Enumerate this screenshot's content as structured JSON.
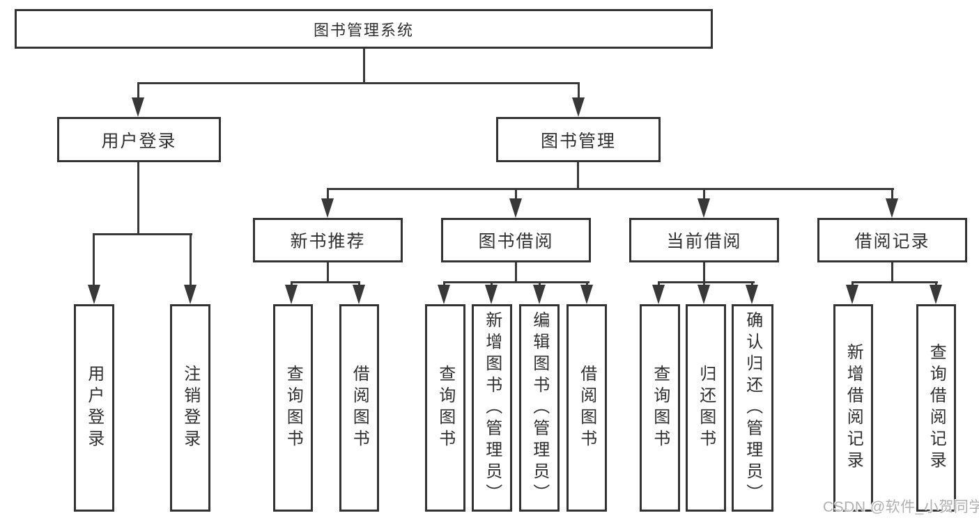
{
  "diagram": {
    "type": "hierarchy-tree",
    "colors": {
      "line": "#383838",
      "border": "#333333",
      "text": "#2f2f2f",
      "background": "#ffffff",
      "watermark": "#b0b0b0"
    },
    "root": {
      "label": "图书管理系统",
      "children": [
        {
          "label": "用户登录",
          "children": [
            {
              "label": "用户登录"
            },
            {
              "label": "注销登录"
            }
          ]
        },
        {
          "label": "图书管理",
          "children": [
            {
              "label": "新书推荐",
              "children": [
                {
                  "label": "查询图书"
                },
                {
                  "label": "借阅图书"
                }
              ]
            },
            {
              "label": "图书借阅",
              "children": [
                {
                  "label": "查询图书"
                },
                {
                  "label": "新增图书（管理员）"
                },
                {
                  "label": "编辑图书（管理员）"
                },
                {
                  "label": "借阅图书"
                }
              ]
            },
            {
              "label": "当前借阅",
              "children": [
                {
                  "label": "查询图书"
                },
                {
                  "label": "归还图书"
                },
                {
                  "label": "确认归还（管理员）"
                }
              ]
            },
            {
              "label": "借阅记录",
              "children": [
                {
                  "label": "新增借阅记录"
                },
                {
                  "label": "查询借阅记录"
                }
              ]
            }
          ]
        }
      ]
    }
  },
  "watermark": {
    "text": "CSDN @软件_小贺同学"
  }
}
